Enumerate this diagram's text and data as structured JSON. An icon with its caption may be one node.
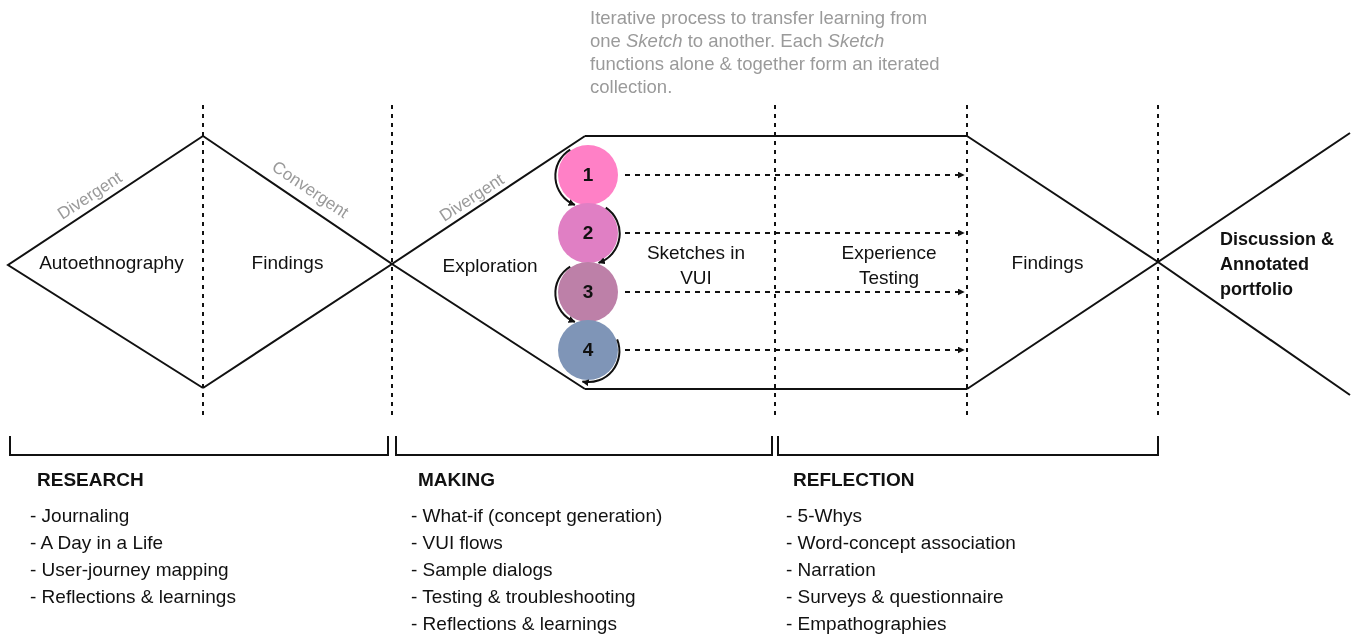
{
  "diagram": {
    "nodes": [
      {
        "text": [
          "Autoethnography"
        ]
      },
      {
        "text": [
          "Findings"
        ]
      },
      {
        "text": [
          "Exploration"
        ]
      },
      {
        "text": [
          "Sketches in VUI"
        ]
      },
      {
        "text": [
          "Experience Testing"
        ]
      },
      {
        "text": [
          "Findings"
        ]
      },
      {
        "text": [
          "Discussion & Annotated portfolio"
        ]
      },
      {
        "text": [
          "1"
        ]
      },
      {
        "text": [
          "2"
        ]
      },
      {
        "text": [
          "3"
        ]
      },
      {
        "text": [
          "4"
        ]
      }
    ],
    "edges": [
      {
        "from": 7,
        "to": 8,
        "arrow": "to"
      },
      {
        "from": 8,
        "to": 9,
        "arrow": "to"
      },
      {
        "from": 9,
        "to": 10,
        "arrow": "to"
      },
      {
        "from": 7,
        "to": 5,
        "arrow": "to",
        "style": "dashed"
      },
      {
        "from": 8,
        "to": 5,
        "arrow": "to",
        "style": "dashed"
      },
      {
        "from": 9,
        "to": 5,
        "arrow": "to",
        "style": "dashed"
      },
      {
        "from": 10,
        "to": 5,
        "arrow": "to",
        "style": "dashed"
      }
    ],
    "labels": [
      "Iterative process to transfer learning from one *Sketch* to another. Each *Sketch* functions alone & together form an iterated collection.",
      "Divergent",
      "Convergent",
      "Divergent",
      "RESEARCH",
      "- Journaling",
      "- A Day in a Life",
      "- User-journey mapping",
      "- Reflections & learnings",
      "MAKING",
      "- What-if (concept generation)",
      "- VUI flows",
      "- Sample dialogs",
      "- Testing & troubleshooting",
      "- Reflections & learnings",
      "REFLECTION",
      "- 5-Whys",
      "- Word-concept association",
      "- Narration",
      "- Surveys & questionnaire",
      "- Empathographies"
    ]
  }
}
